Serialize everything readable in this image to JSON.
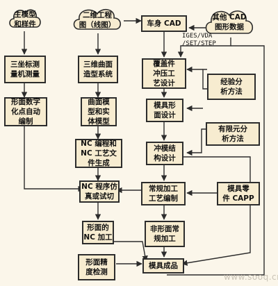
{
  "nodes": {
    "master_model": "主模型\n和样件",
    "cad_2d": "二维工程\n图（线图）",
    "body_cad": "车身 CAD",
    "other_cad": "其他 CAD\n图形数据",
    "cmm": "三坐标测\n量机测量",
    "surface_3d": "三维曲面\n造型系统",
    "cover_design": "覆盖件\n冲压工\n艺设计",
    "digitize": "形面数字\n化点自动\n编制",
    "solid_model": "曲面模\n型和实\n体模型",
    "die_face": "模具形\n面设计",
    "experience": "经验分\n析方法",
    "nc_program": "NC 编程和\nNC 工艺文\n件生成",
    "die_structure": "冲模结\n构设计",
    "fem": "有限元分\n析方法",
    "nc_sim": "NC 程序仿\n真或试切",
    "conv_process": "常规加工\n工艺编制",
    "capp": "模具零\n件 CAPP",
    "nc_machining": "形面的\nNC 加工",
    "non_surface": "非形面常\n规加工",
    "inspection": "形面精\n度检测",
    "finished_die": "模具成品"
  },
  "labels": {
    "iges": "IGES/VDA",
    "set": "/SET/STEP"
  },
  "watermark": "www.sooq.cn",
  "colors": {
    "box_fill": "#f7ecd0",
    "background": "#fbf6ea",
    "line": "#2c2c2c"
  }
}
